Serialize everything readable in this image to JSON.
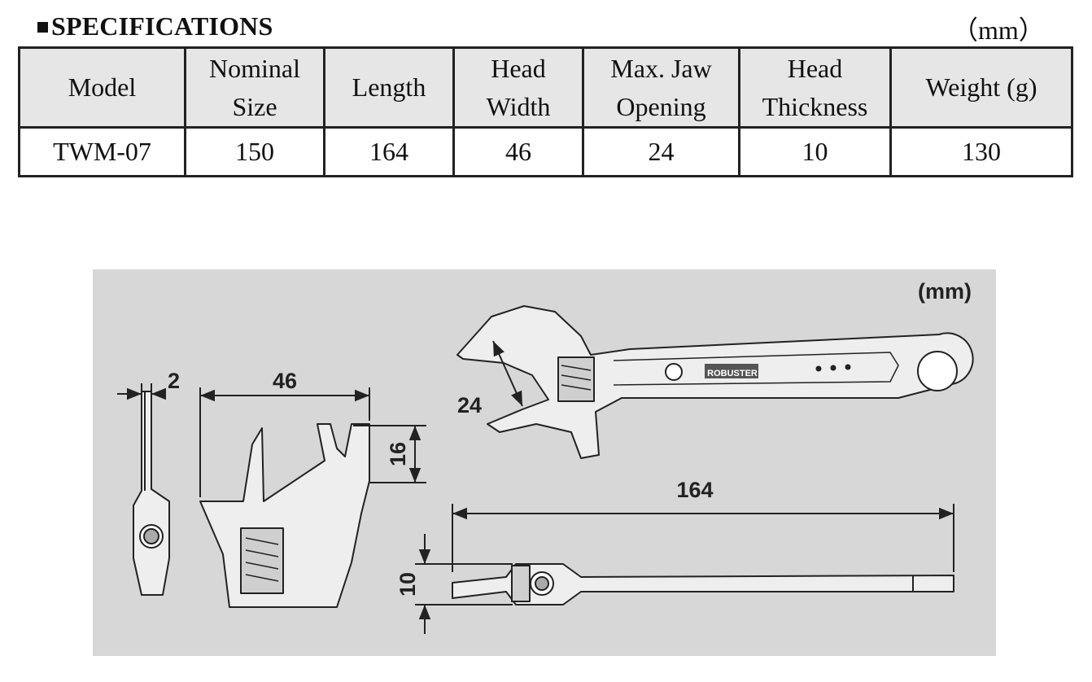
{
  "heading": "SPECIFICATIONS",
  "unit_label": "（mm）",
  "table": {
    "headers": [
      [
        "Model"
      ],
      [
        "Nominal",
        "Size"
      ],
      [
        "Length"
      ],
      [
        "Head",
        "Width"
      ],
      [
        "Max. Jaw",
        "Opening"
      ],
      [
        "Head",
        "Thickness"
      ],
      [
        "Weight (g)"
      ]
    ],
    "row": [
      "TWM-07",
      "150",
      "164",
      "46",
      "24",
      "10",
      "130"
    ]
  },
  "drawing": {
    "unit": "(mm)",
    "dim_jaw_tip": "2",
    "dim_head_width": "46",
    "dim_jaw_depth": "16",
    "dim_jaw_opening": "24",
    "dim_length": "164",
    "dim_thickness": "10",
    "handle_mark": "ROBUSTER"
  }
}
